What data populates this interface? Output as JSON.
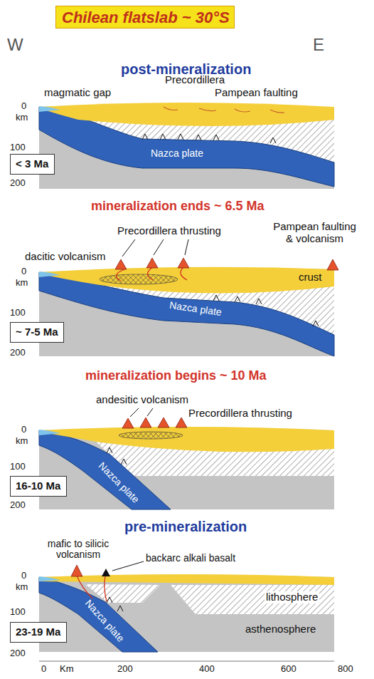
{
  "diagram": {
    "title": "Chilean flatslab ~ 30°S",
    "nodes": [
      {
        "text": [
          "< 3 Ma"
        ]
      },
      {
        "text": [
          "~ 7-5 Ma"
        ]
      },
      {
        "text": [
          "16-10 Ma"
        ]
      },
      {
        "text": [
          "23-19 Ma"
        ]
      }
    ],
    "labels": [
      "W",
      "E",
      "post-mineralization",
      "Precordillera",
      "magmatic gap",
      "Pampean faulting",
      "0",
      "km",
      "100",
      "200",
      "Nazca plate",
      "mineralization ends ~ 6.5 Ma",
      "Precordillera thrusting",
      "Pampean faulting & volcanism",
      "dacitic volcanism",
      "crust",
      "0",
      "km",
      "100",
      "Nazca plate",
      "200",
      "mineralization begins ~ 10 Ma",
      "andesitic volcanism",
      "Precordillera thrusting",
      "0",
      "km",
      "100",
      "Nazca plate",
      "200",
      "pre-mineralization",
      "mafic to silicic volcanism",
      "backarc alkali basalt",
      "lithosphere",
      "0",
      "km",
      "100",
      "Nazca plate",
      "asthenosphere",
      "200",
      "0",
      "Km",
      "200",
      "400",
      "600",
      "800"
    ]
  }
}
